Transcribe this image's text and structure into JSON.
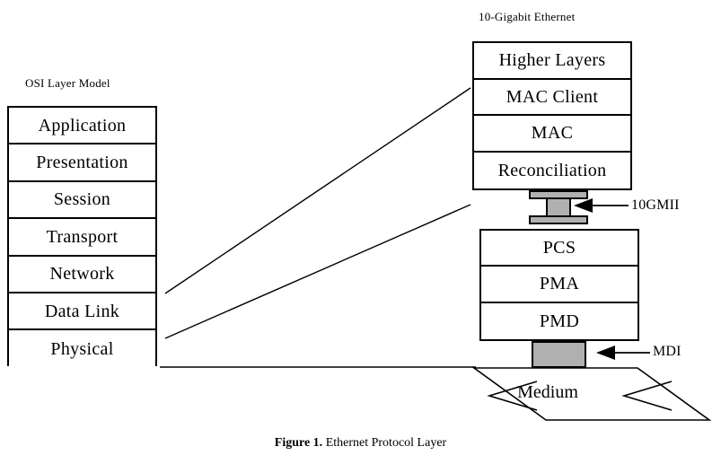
{
  "figure": {
    "caption_bold": "Figure 1.",
    "caption_rest": " Ethernet Protocol Layer"
  },
  "osi": {
    "title": "OSI Layer Model",
    "layers": [
      {
        "label": "Application"
      },
      {
        "label": "Presentation"
      },
      {
        "label": "Session"
      },
      {
        "label": "Transport"
      },
      {
        "label": "Network"
      },
      {
        "label": "Data Link"
      },
      {
        "label": "Physical"
      }
    ]
  },
  "ethernet": {
    "title": "10-Gigabit Ethernet",
    "upper_layers": [
      {
        "label": "Higher Layers"
      },
      {
        "label": "MAC Client"
      },
      {
        "label": "MAC"
      },
      {
        "label": "Reconciliation"
      }
    ],
    "lower_layers": [
      {
        "label": "PCS"
      },
      {
        "label": "PMA"
      },
      {
        "label": "PMD"
      }
    ],
    "interfaces": [
      {
        "label": "10GMII"
      },
      {
        "label": "MDI"
      }
    ],
    "medium": {
      "label": "Medium"
    }
  },
  "colors": {
    "stroke": "#000000",
    "connector_fill": "#b0b0b0",
    "background": "#ffffff"
  }
}
